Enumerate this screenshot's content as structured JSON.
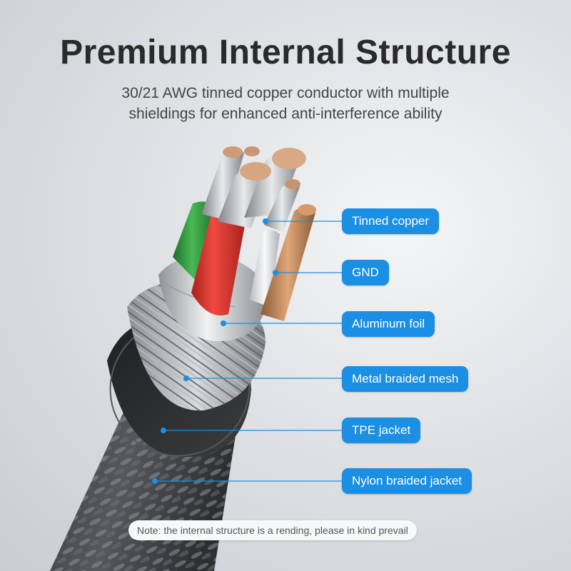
{
  "header": {
    "title": "Premium Internal Structure",
    "subtitle_line1": "30/21 AWG tinned copper conductor with multiple",
    "subtitle_line2": "shieldings for enhanced anti-interference ability"
  },
  "callouts": [
    {
      "label": "Tinned copper"
    },
    {
      "label": "GND"
    },
    {
      "label": "Aluminum foil"
    },
    {
      "label": "Metal braided mesh"
    },
    {
      "label": "TPE jacket"
    },
    {
      "label": "Nylon braided  jacket"
    }
  ],
  "footer": {
    "note": "Note: the internal structure is a rending, please in kind prevail"
  },
  "colors": {
    "accent": "#1a8fe3",
    "wire_red": "#d9302a",
    "wire_green": "#2e9a3a",
    "copper": "#c98a5a"
  }
}
